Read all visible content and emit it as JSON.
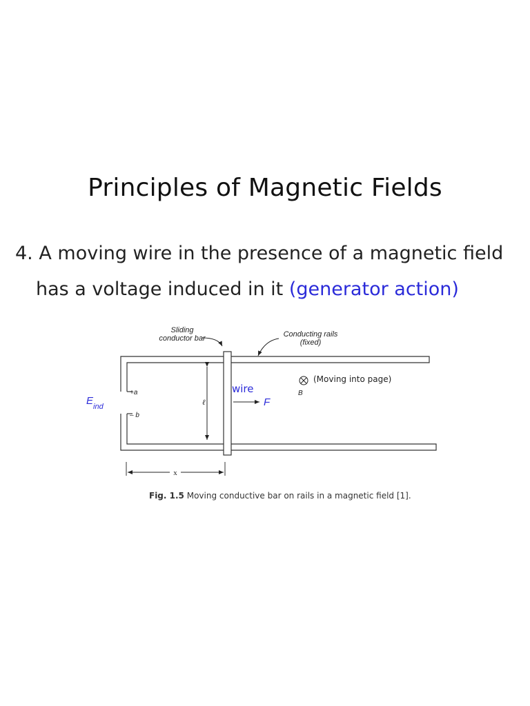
{
  "slide": {
    "title": "Principles of Magnetic Fields",
    "bullet": {
      "number": "4.",
      "text_line1": "A moving wire in the presence of a magnetic field",
      "text_line2_plain": "has a voltage induced in it",
      "text_line2_highlight": "(generator action)",
      "highlight_color": "#2b2bd9"
    }
  },
  "figure": {
    "labels": {
      "sliding_bar_line1": "Sliding",
      "sliding_bar_line2": "conductor bar",
      "rails_line1": "Conducting rails",
      "rails_line2": "(fixed)",
      "field_note": "(Moving into page)",
      "field_symbol": "B",
      "field_marker": "⊗",
      "wire": "wire",
      "force": "F",
      "length": "ℓ",
      "terminal_a": "+a",
      "terminal_b": "– b",
      "emf_main": "E",
      "emf_sub": "ind",
      "distance": "x"
    },
    "annotation_color": "#2b2bd9"
  },
  "caption": {
    "label": "Fig. 1.5",
    "text": "Moving conductive bar on rails in a magnetic field [1]."
  }
}
